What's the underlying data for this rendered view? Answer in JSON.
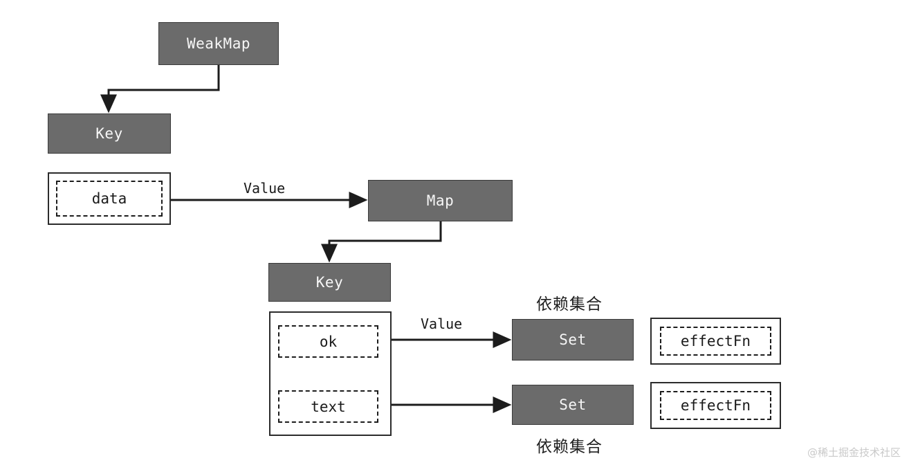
{
  "diagram": {
    "title": "WeakMap reactive dependency structure",
    "colors": {
      "gray_fill": "#6b6b6b",
      "gray_border": "#3a3a3a",
      "line": "#1c1c1c",
      "background": "#ffffff",
      "watermark": "#c9c9c9"
    },
    "nodes": {
      "weakmap": {
        "label": "WeakMap"
      },
      "key_top": {
        "label": "Key"
      },
      "data_box": {
        "label": "data"
      },
      "map": {
        "label": "Map"
      },
      "key_bottom": {
        "label": "Key"
      },
      "prop_ok": {
        "label": "ok"
      },
      "prop_text": {
        "label": "text"
      },
      "set_top": {
        "label": "Set"
      },
      "set_bottom": {
        "label": "Set"
      },
      "effect_fn_top": {
        "label": "effectFn"
      },
      "effect_fn_bottom": {
        "label": "effectFn"
      }
    },
    "edge_labels": {
      "value_top": "Value",
      "value_bottom": "Value"
    },
    "annotations": {
      "dep_set_top": "依赖集合",
      "dep_set_bottom": "依赖集合"
    },
    "watermark": "@稀土掘金技术社区"
  }
}
